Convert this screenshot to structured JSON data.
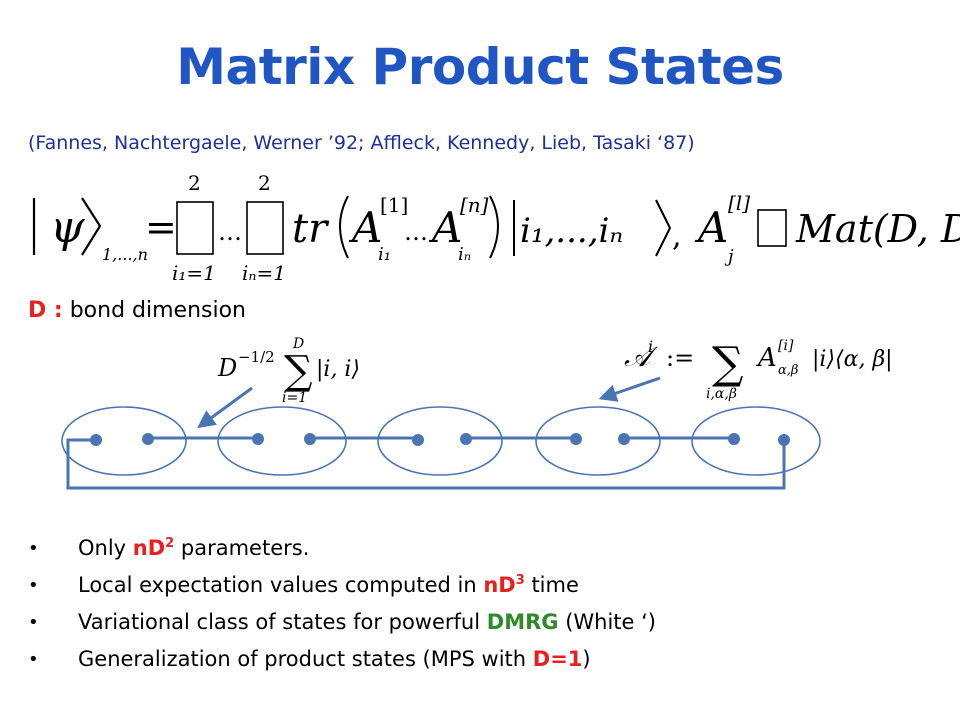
{
  "title": "Matrix Product States",
  "citation": "(Fannes, Nachtergaele, Werner ’92; Affleck, Kennedy, Lieb, Tasaki ‘87)",
  "formula": {
    "psi": "ψ",
    "subscript": "1,...,n",
    "equals": "=",
    "upper": "2",
    "lower_1": "i₁=1",
    "lower_n": "iₙ=1",
    "dots": "…",
    "tr": "tr",
    "A": "A",
    "sup1": "[1]",
    "supn": "[n]",
    "sub1": "i₁",
    "subn": "iₙ",
    "ket": "i₁,...,iₙ",
    "comma": ",",
    "Aj": "A",
    "Aj_sup": "[l]",
    "Aj_sub": "j",
    "mat": "Mat(D, D)"
  },
  "bond": {
    "label_bold": "D :",
    "label_rest": " bond dimension"
  },
  "left_formula": {
    "D": "D",
    "exp": "−1/2",
    "sum_top": "D",
    "sum_bottom": "i=1",
    "ket": "|i, i⟩"
  },
  "right_formula": {
    "A": "𝒜",
    "sup": "i",
    "assign": ":=",
    "sum_bottom": "i,α,β",
    "term_A": "A",
    "term_sup": "[i]",
    "term_sub": "α,β",
    "term_rest": "|i⟩⟨α, β|"
  },
  "bullets": [
    {
      "pre": "Only ",
      "hl": "nD",
      "hl_sup": "2",
      "post": " parameters.",
      "color": "red"
    },
    {
      "pre": "Local expectation values computed in ",
      "hl": "nD",
      "hl_sup": "3",
      "post": " time",
      "color": "red"
    },
    {
      "pre": "Variational class of states for powerful ",
      "hl": "DMRG",
      "hl_sup": "",
      "post": " (White ‘)",
      "color": "green"
    },
    {
      "pre": "Generalization of product states (MPS with ",
      "hl": "D=1",
      "hl_sup": "",
      "post": ")",
      "color": "red"
    }
  ],
  "bullet_symbol": "•",
  "colors": {
    "title": "#2055c4",
    "citation": "#1f2f9a",
    "diagram_blue": "#4a75b5",
    "red": "#e8211f",
    "green": "#2f8a2a"
  },
  "icons": [
    "unknown-sum-glyph",
    "arrow-icon"
  ]
}
